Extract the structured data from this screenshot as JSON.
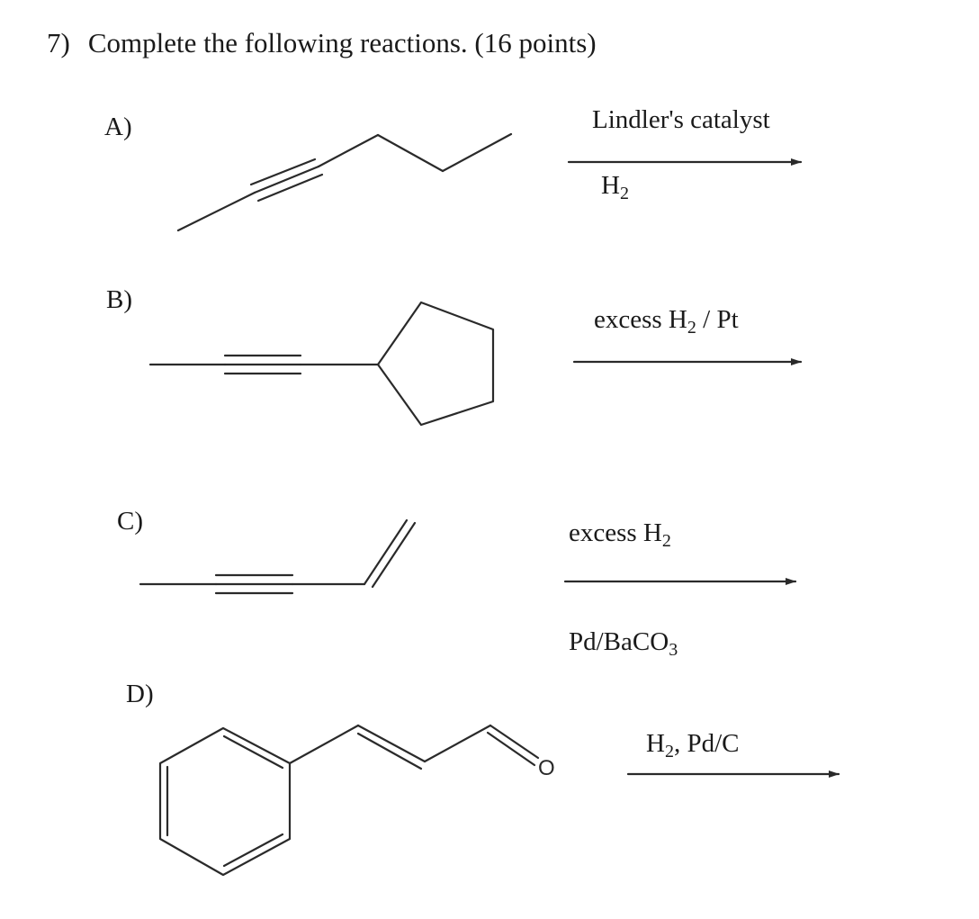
{
  "question": {
    "number": "7)",
    "text": "Complete the following reactions. (16 points)"
  },
  "reactions": [
    {
      "label": "A)",
      "reagent_top": "Lindler's catalyst",
      "reagent_bottom": {
        "base": "H",
        "sub": "2"
      }
    },
    {
      "label": "B)",
      "reagent_top": {
        "prefix": "excess H",
        "sub": "2",
        "suffix": " / Pt"
      }
    },
    {
      "label": "C)",
      "reagent_top": {
        "prefix": "excess H",
        "sub": "2"
      },
      "reagent_bottom": {
        "prefix": "Pd/BaCO",
        "sub": "3"
      }
    },
    {
      "label": "D)",
      "reagent_top": {
        "prefix": "H",
        "sub": "2",
        "suffix": ", Pd/C"
      },
      "atom": "O"
    }
  ]
}
